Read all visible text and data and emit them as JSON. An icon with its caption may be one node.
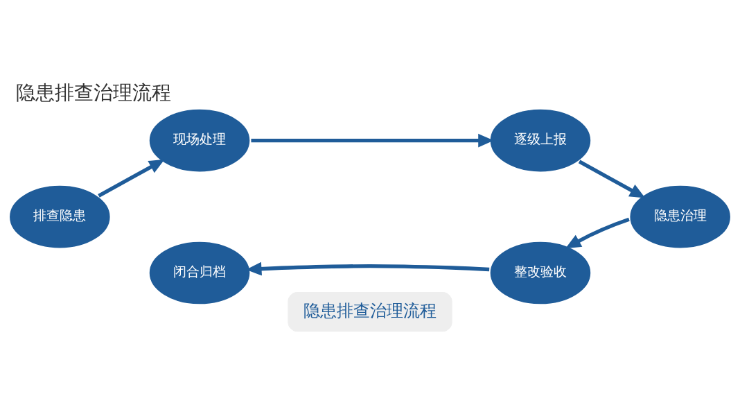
{
  "diagram": {
    "title": "隐患排查治理流程",
    "nodes": [
      {
        "text": [
          "排查隐患"
        ]
      },
      {
        "text": [
          "现场处理"
        ]
      },
      {
        "text": [
          "逐级上报"
        ]
      },
      {
        "text": [
          "隐患治理"
        ]
      },
      {
        "text": [
          "整改验收"
        ]
      },
      {
        "text": [
          "闭合归档"
        ]
      },
      {
        "text": [
          "隐患排查治理流程"
        ]
      }
    ],
    "edges": [
      {
        "from": 0,
        "to": 1,
        "arrow": "to"
      },
      {
        "from": 1,
        "to": 2,
        "arrow": "to"
      },
      {
        "from": 2,
        "to": 3,
        "arrow": "to"
      },
      {
        "from": 3,
        "to": 4,
        "arrow": "to"
      },
      {
        "from": 4,
        "to": 5,
        "arrow": "to"
      }
    ]
  }
}
